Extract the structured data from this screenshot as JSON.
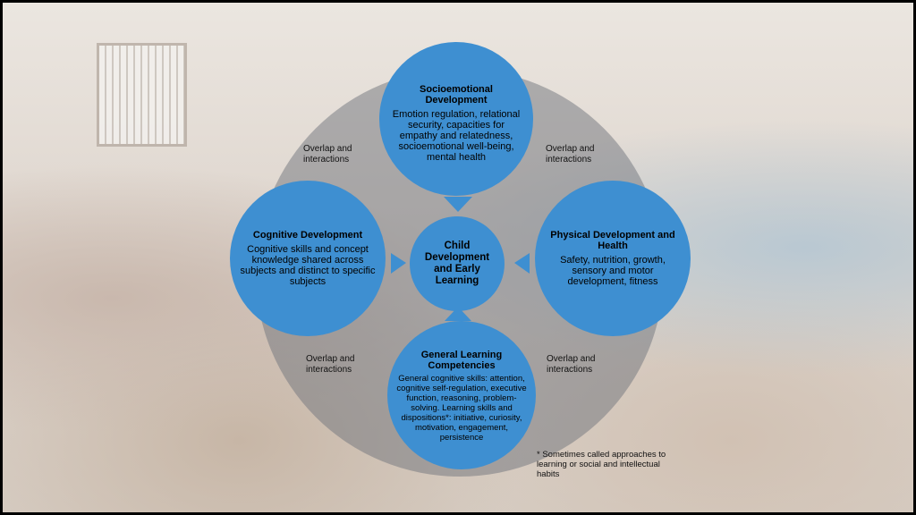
{
  "diagram": {
    "center": {
      "title": "Child Development and Early Learning"
    },
    "top": {
      "title": "Socioemotional Development",
      "body": "Emotion regulation, relational security, capacities for empathy and relatedness, socioemotional well-being, mental health"
    },
    "left": {
      "title": "Cognitive Development",
      "body": "Cognitive skills and concept knowledge shared across subjects and distinct to specific subjects"
    },
    "right": {
      "title": "Physical Development and Health",
      "body": "Safety, nutrition, growth, sensory and motor development, fitness"
    },
    "bottom": {
      "title": "General Learning Competencies",
      "body": "General cognitive skills: attention, cognitive self-regulation, executive function, reasoning, problem-solving. Learning skills and dispositions*: initiative, curiosity, motivation, engagement, persistence"
    },
    "overlap_label": "Overlap and interactions",
    "footnote": "* Sometimes called approaches to learning or social and intellectual habits"
  },
  "colors": {
    "circle": "#3e8fd1",
    "disc": "#70747c",
    "frame": "#000000"
  }
}
